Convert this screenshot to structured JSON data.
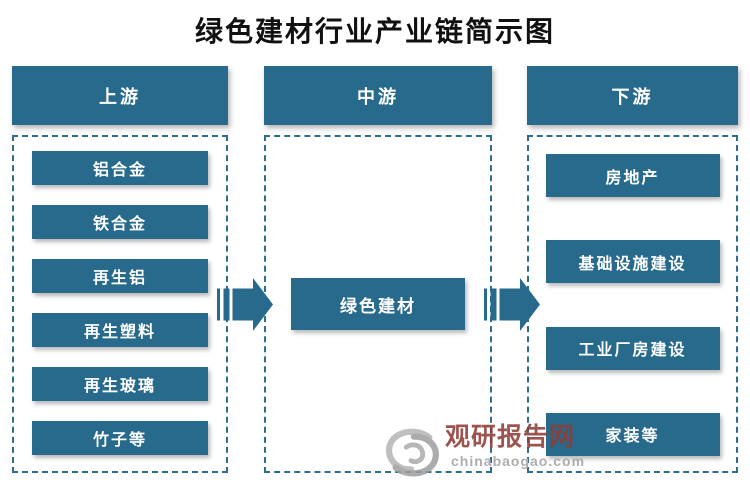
{
  "title": "绿色建材行业产业链简示图",
  "columns": {
    "upstream": {
      "header": "上游",
      "items": [
        "铝合金",
        "铁合金",
        "再生铝",
        "再生塑料",
        "再生玻璃",
        "竹子等"
      ]
    },
    "midstream": {
      "header": "中游",
      "item": "绿色建材"
    },
    "downstream": {
      "header": "下游",
      "items": [
        "房地产",
        "基础设施建设",
        "工业厂房建设",
        "家装等"
      ]
    }
  },
  "arrows": {
    "upstream_to_midstream": "striped-right-arrow",
    "midstream_to_downstream": "striped-right-arrow"
  },
  "watermark": {
    "site_name": "观研报告网",
    "site_url": "chinabaogao.com"
  },
  "colors": {
    "box_teal": "#276A8C",
    "dashed_border": "#2B6E90",
    "watermark_red": "#8E3D36",
    "watermark_gray": "#ADADAD"
  }
}
